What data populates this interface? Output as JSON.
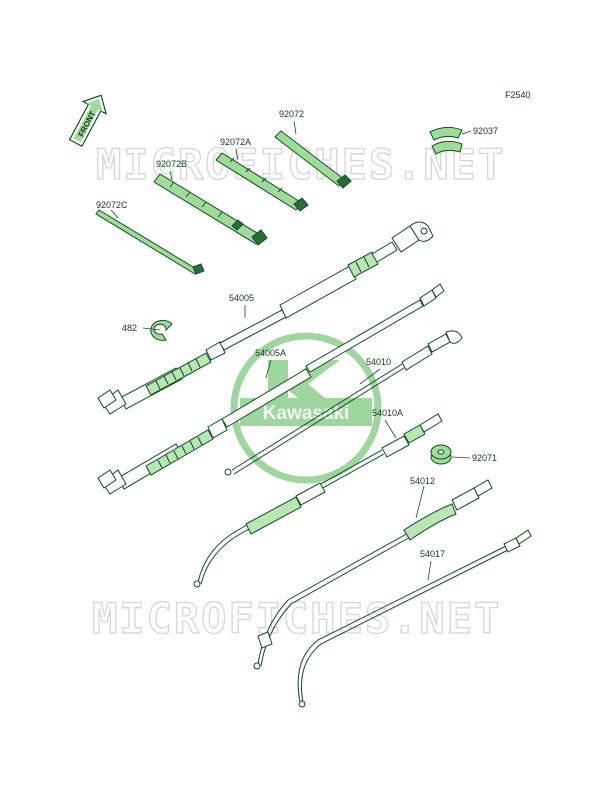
{
  "figure_code": "F2540",
  "front_label": "FRONT",
  "watermark_text": "MICROFICHES.NET",
  "logo": {
    "text": "Kawasaki"
  },
  "part_labels": {
    "p92072": "92072",
    "p92037": "92037",
    "p92072A": "92072A",
    "p92072B": "92072B",
    "p92072C": "92072C",
    "p54005": "54005",
    "p482": "482",
    "p54005A": "54005A",
    "p54010": "54010",
    "p54010A": "54010A",
    "p92071": "92071",
    "p54012": "54012",
    "p54017": "54017"
  },
  "colors": {
    "line": "#0f4d22",
    "part_fill": "#9fdc9a",
    "logo_green": "#7fc77f",
    "watermark": "#d6d6d6"
  }
}
